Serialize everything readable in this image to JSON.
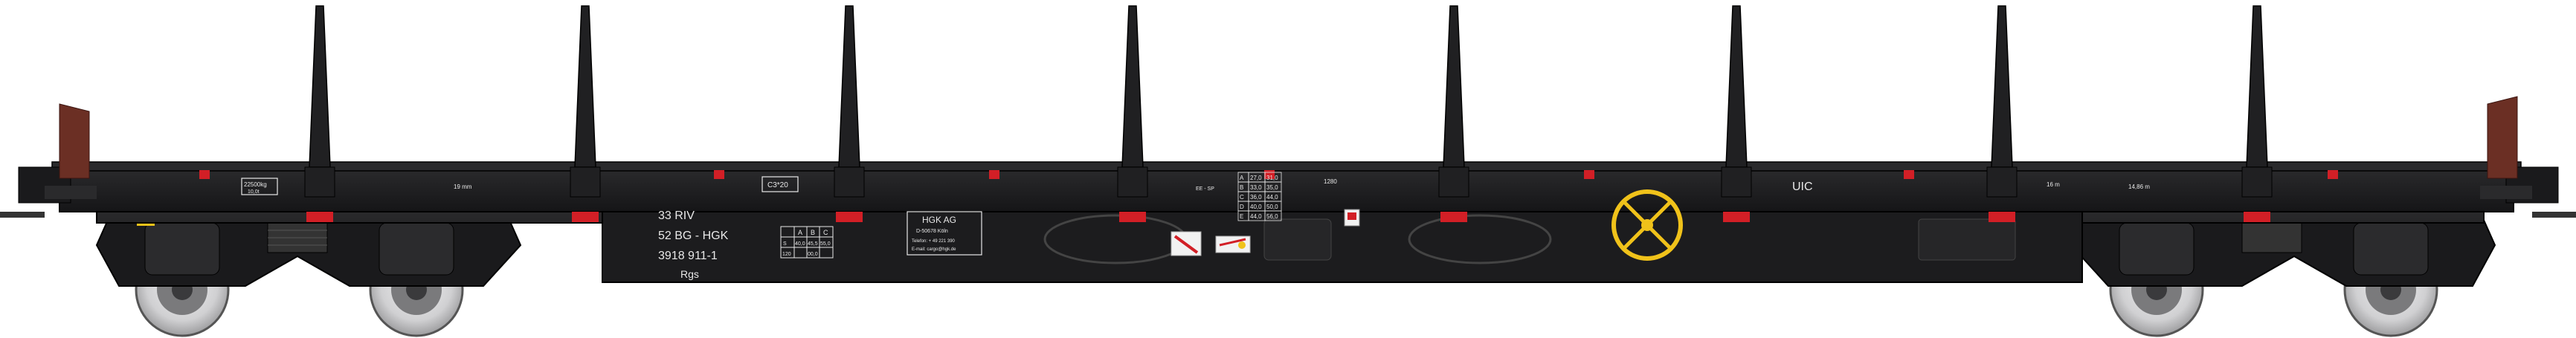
{
  "wagon": {
    "colors": {
      "body": "#1c1c1e",
      "body_shade": "#2a2a2c",
      "stake": "#202022",
      "marker_red": "#d21f26",
      "buffer_brown": "#6b2f24",
      "brake_wheel": "#f0c21a",
      "wheel_silver": "#d9d9db",
      "wheel_dark": "#5a5a5c",
      "label_white": "#e8e8e8"
    },
    "markings": {
      "riv_line1": "33 RIV",
      "riv_line2": "52 BG - HGK",
      "number": "3918 911-1",
      "type_code": "Rgs",
      "load_limit": "22500kg",
      "load_small": "10,0t",
      "uic": "UIC",
      "ee_sp": "EE - SP",
      "dim1": "16 m",
      "dim2": "14,86 m",
      "dim3": "19 mm",
      "load_grid_header": [
        "A",
        "B",
        "C"
      ],
      "load_grid_rows": [
        [
          "S",
          "40,0",
          "45,5",
          "55,0"
        ],
        [
          "120",
          "",
          "00,0",
          ""
        ]
      ],
      "axle_code": "1280",
      "speed": "C3*20"
    },
    "operator_plate": {
      "name": "HGK AG",
      "address": "D-50678 Köln",
      "phone": "Telefon: + 49 221 390",
      "email": "E-mail: cargo@hgk.de"
    },
    "capacity_table": {
      "rows": [
        [
          "A",
          "27,0",
          "31,0"
        ],
        [
          "B",
          "33,0",
          "35,0"
        ],
        [
          "C",
          "36,0",
          "44,0"
        ],
        [
          "D",
          "40,0",
          "50,0"
        ],
        [
          "E",
          "44,0",
          "56,0"
        ]
      ]
    }
  }
}
